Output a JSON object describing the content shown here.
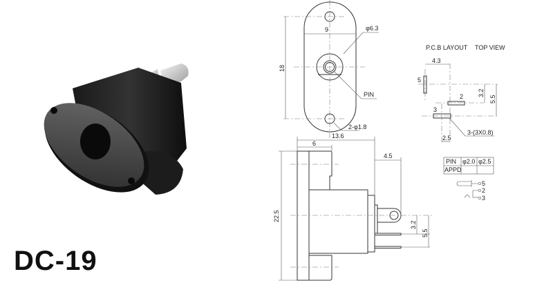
{
  "product": {
    "model": "DC-19"
  },
  "top_view": {
    "dim_height": "18",
    "dim_width": "9",
    "dim_bore": "φ6.3",
    "pin_label": "PIN",
    "dim_holes": "2-φ1.8"
  },
  "side_view": {
    "dim_length": "13.6",
    "dim_flange": "6",
    "dim_tab": "4.5",
    "dim_height": "22.5",
    "dim_pin_a": "3.2",
    "dim_pin_b": "5.5"
  },
  "pcb_layout": {
    "title": "P.C.B LAYOUT",
    "subtitle": "TOP VIEW",
    "dim_x": "4.3",
    "dim_y1": "3.2",
    "dim_y2": "5.5",
    "dim_x2": "2.5",
    "pad_note": "3-(3X0.8)",
    "pin5": "5",
    "pin2": "2",
    "pin3": "3"
  },
  "pin_table": {
    "headers": [
      "PIN",
      "φ2.0",
      "φ2.5"
    ],
    "row_label": "APPD"
  },
  "schematic": {
    "pins": [
      "5",
      "2",
      "3"
    ]
  }
}
